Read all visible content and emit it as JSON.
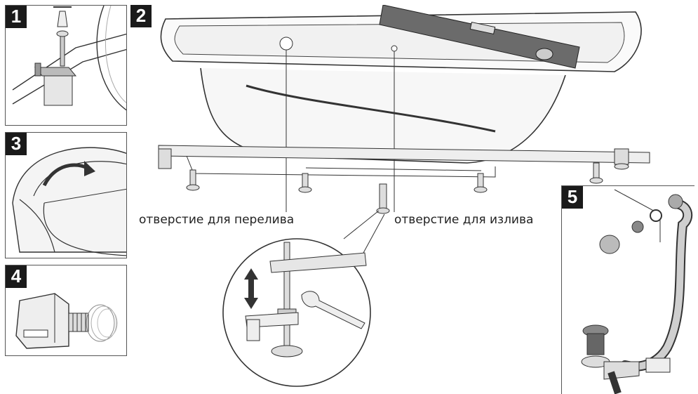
{
  "steps": [
    {
      "number": "1"
    },
    {
      "number": "2"
    },
    {
      "number": "3"
    },
    {
      "number": "4"
    },
    {
      "number": "5"
    }
  ],
  "labels": {
    "overflow_hole": "отверстие для перелива",
    "spout_hole": "отверстие для излива"
  },
  "colors": {
    "line": "#2b2b2b",
    "badge": "#1a1a1a",
    "shade": "#d9d9d9",
    "level": "#6b6b6b"
  }
}
